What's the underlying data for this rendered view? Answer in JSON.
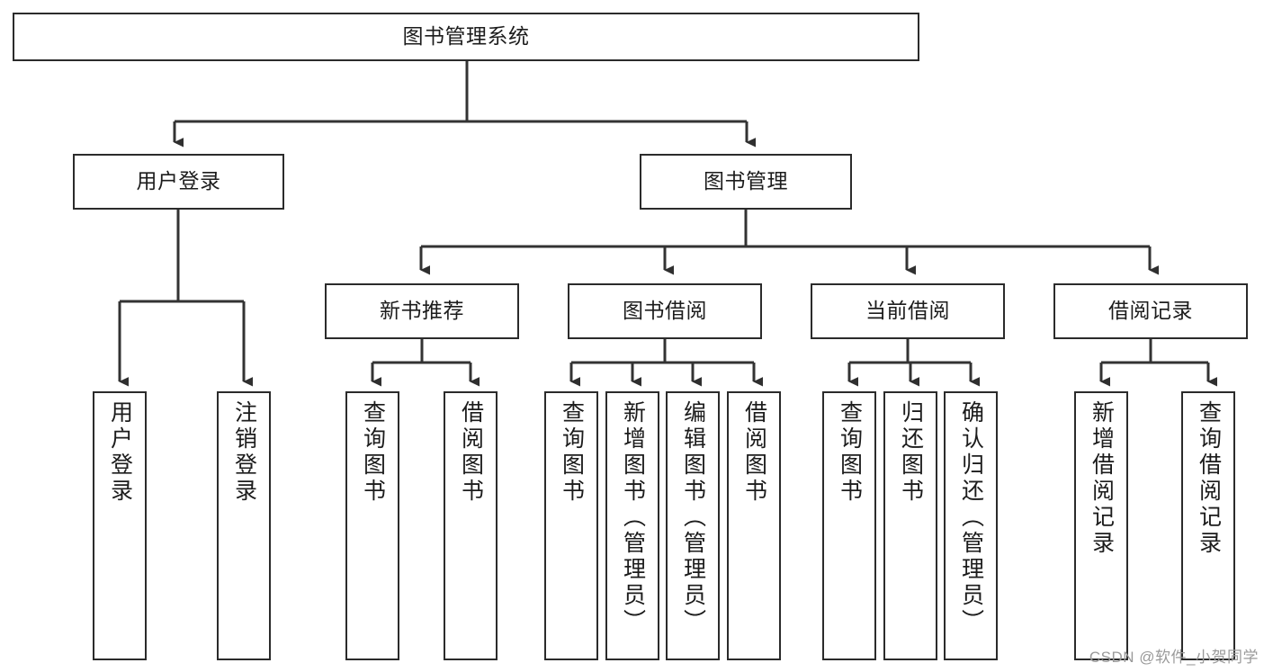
{
  "diagram": {
    "title": "图书管理系统",
    "type": "tree-hierarchy-chart",
    "levels": 4,
    "root": {
      "label": "图书管理系统"
    },
    "level2": [
      {
        "label": "用户登录"
      },
      {
        "label": "图书管理"
      }
    ],
    "level3": [
      {
        "label": "新书推荐",
        "parent": "图书管理"
      },
      {
        "label": "图书借阅",
        "parent": "图书管理"
      },
      {
        "label": "当前借阅",
        "parent": "图书管理"
      },
      {
        "label": "借阅记录",
        "parent": "图书管理"
      }
    ],
    "leaves": {
      "user_login": [
        {
          "label": "用户登录"
        },
        {
          "label": "注销登录"
        }
      ],
      "new_book_recommend": [
        {
          "label": "查询图书"
        },
        {
          "label": "借阅图书"
        }
      ],
      "book_borrow": [
        {
          "label": "查询图书"
        },
        {
          "label": "新增图书（管理员）"
        },
        {
          "label": "编辑图书（管理员）"
        },
        {
          "label": "借阅图书"
        }
      ],
      "current_borrow": [
        {
          "label": "查询图书"
        },
        {
          "label": "归还图书"
        },
        {
          "label": "确认归还（管理员）"
        }
      ],
      "borrow_records": [
        {
          "label": "新增借阅记录"
        },
        {
          "label": "查询借阅记录"
        }
      ]
    }
  },
  "watermark": {
    "text": "CSDN @软件_小贺同学"
  },
  "colors": {
    "box_border": "#2b2b2b",
    "box_fill": "#ffffff",
    "text": "#1c1c1c",
    "connector": "#333333",
    "watermark": "#9a9a9a",
    "background": "#ffffff"
  }
}
